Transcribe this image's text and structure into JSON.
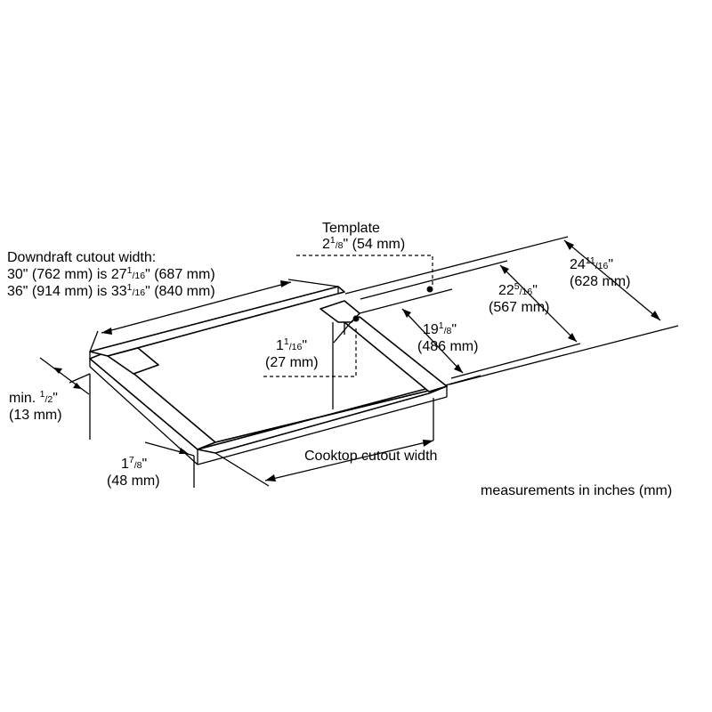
{
  "labels": {
    "template_title": "Template",
    "template_whole": "2",
    "template_num": "1",
    "template_den": "/8",
    "template_rest": "\" (54 mm)",
    "downdraft_title": "Downdraft cutout width:",
    "dd30_pre": "30\" (762 mm) is 27",
    "dd30_num": "1",
    "dd30_den": "/16",
    "dd30_rest": "\" (687 mm)",
    "dd36_pre": "36\" (914 mm) is 33",
    "dd36_num": "1",
    "dd36_den": "/16",
    "dd36_rest": "\" (840 mm)",
    "depth_total_whole": "24",
    "depth_total_num": "11",
    "depth_total_den": "/16",
    "depth_total_in_rest": "\"",
    "depth_total_mm": "(628 mm)",
    "depth_mid_whole": "22",
    "depth_mid_num": "5",
    "depth_mid_den": "/16",
    "depth_mid_in_rest": "\"",
    "depth_mid_mm": "(567 mm)",
    "depth_cut_whole": "19",
    "depth_cut_num": "1",
    "depth_cut_den": "/8",
    "depth_cut_in_rest": "\"",
    "depth_cut_mm": "(486 mm)",
    "offset_whole": "1",
    "offset_num": "1",
    "offset_den": "/16",
    "offset_in_rest": "\"",
    "offset_mm": "(27 mm)",
    "min_pre": "min. ",
    "min_num": "1",
    "min_den": "/2",
    "min_rest": "\"",
    "min_mm": "(13 mm)",
    "front_whole": "1",
    "front_num": "7",
    "front_den": "/8",
    "front_in_rest": "\"",
    "front_mm": "(48 mm)",
    "cooktop_width": "Cooktop cutout width",
    "units_note": "measurements in inches (mm)"
  }
}
